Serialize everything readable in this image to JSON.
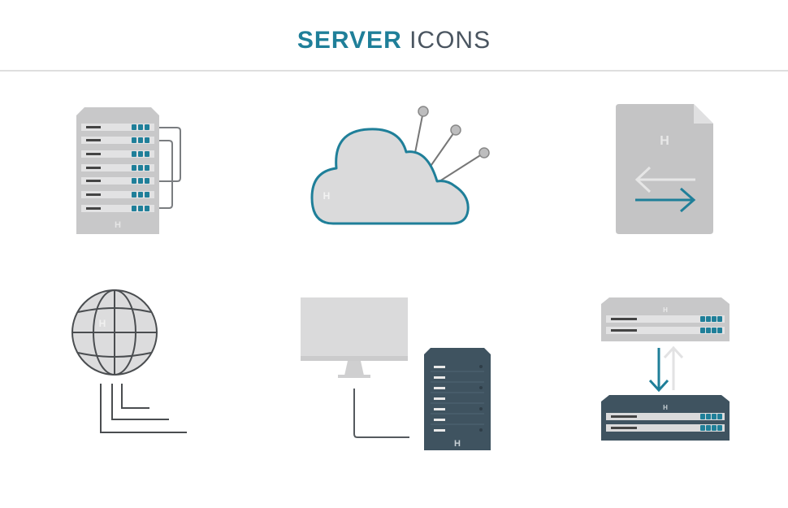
{
  "header": {
    "title_bold": "SERVER",
    "title_light": "ICONS"
  },
  "colors": {
    "accent": "#1f7f99",
    "gray_light": "#d8d8d9",
    "gray_mid": "#c4c4c5",
    "dark_slate": "#3f5360",
    "line": "#555a5e",
    "title_dark": "#4a5560"
  },
  "icons": [
    {
      "name": "server-rack-icon",
      "row": 1,
      "col": 1
    },
    {
      "name": "cloud-network-icon",
      "row": 1,
      "col": 2
    },
    {
      "name": "file-transfer-icon",
      "row": 1,
      "col": 3
    },
    {
      "name": "globe-network-icon",
      "row": 2,
      "col": 1
    },
    {
      "name": "monitor-server-icon",
      "row": 2,
      "col": 2
    },
    {
      "name": "server-sync-icon",
      "row": 2,
      "col": 3
    }
  ]
}
